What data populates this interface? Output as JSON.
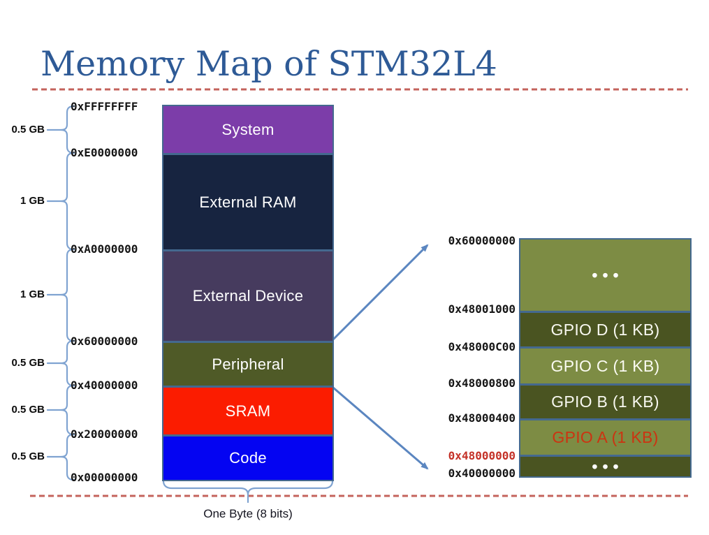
{
  "title": "Memory Map of STM32L4",
  "colors": {
    "title_text": "#2E5A96",
    "dashed_line": "#C4635C",
    "block_border": "#44698F",
    "brace": "#7FA3D1",
    "arrow": "#5B86C0",
    "address_text": "#161616",
    "address_red": "#C43228"
  },
  "left_map": {
    "addresses": [
      "0xFFFFFFFF",
      "0xE0000000",
      "0xA0000000",
      "0x60000000",
      "0x40000000",
      "0x20000000",
      "0x00000000"
    ],
    "regions": [
      {
        "label": "System",
        "size": "0.5 GB",
        "color": "#7C3DA9"
      },
      {
        "label": "External RAM",
        "size": "1 GB",
        "color": "#172440"
      },
      {
        "label": "External Device",
        "size": "1 GB",
        "color": "#463B5E"
      },
      {
        "label": "Peripheral",
        "size": "0.5 GB",
        "color": "#4F5A27"
      },
      {
        "label": "SRAM",
        "size": "0.5 GB",
        "color": "#FB1C00"
      },
      {
        "label": "Code",
        "size": "0.5 GB",
        "color": "#0404F2"
      }
    ],
    "byte_note": "One Byte (8 bits)"
  },
  "right_map": {
    "addresses": [
      {
        "text": "0x60000000",
        "color": "#161616"
      },
      {
        "text": "0x48001000",
        "color": "#161616"
      },
      {
        "text": "0x48000C00",
        "color": "#161616"
      },
      {
        "text": "0x48000800",
        "color": "#161616"
      },
      {
        "text": "0x48000400",
        "color": "#161616"
      },
      {
        "text": "0x48000000",
        "color": "#C43228"
      },
      {
        "text": "0x40000000",
        "color": "#161616"
      }
    ],
    "rows": [
      {
        "label": "•••",
        "bg": "#7D8C44",
        "fg": "#FFFFFF"
      },
      {
        "label": "GPIO D (1 KB)",
        "bg": "#4A5421",
        "fg": "#F8F8F0"
      },
      {
        "label": "GPIO C (1 KB)",
        "bg": "#7D8C44",
        "fg": "#FBFBF2"
      },
      {
        "label": "GPIO B (1 KB)",
        "bg": "#4A5421",
        "fg": "#F8F8F0"
      },
      {
        "label": "GPIO A (1 KB)",
        "bg": "#7D8C44",
        "fg": "#CC3311"
      },
      {
        "label": "•••",
        "bg": "#4A5421",
        "fg": "#FFFFFF"
      }
    ]
  }
}
